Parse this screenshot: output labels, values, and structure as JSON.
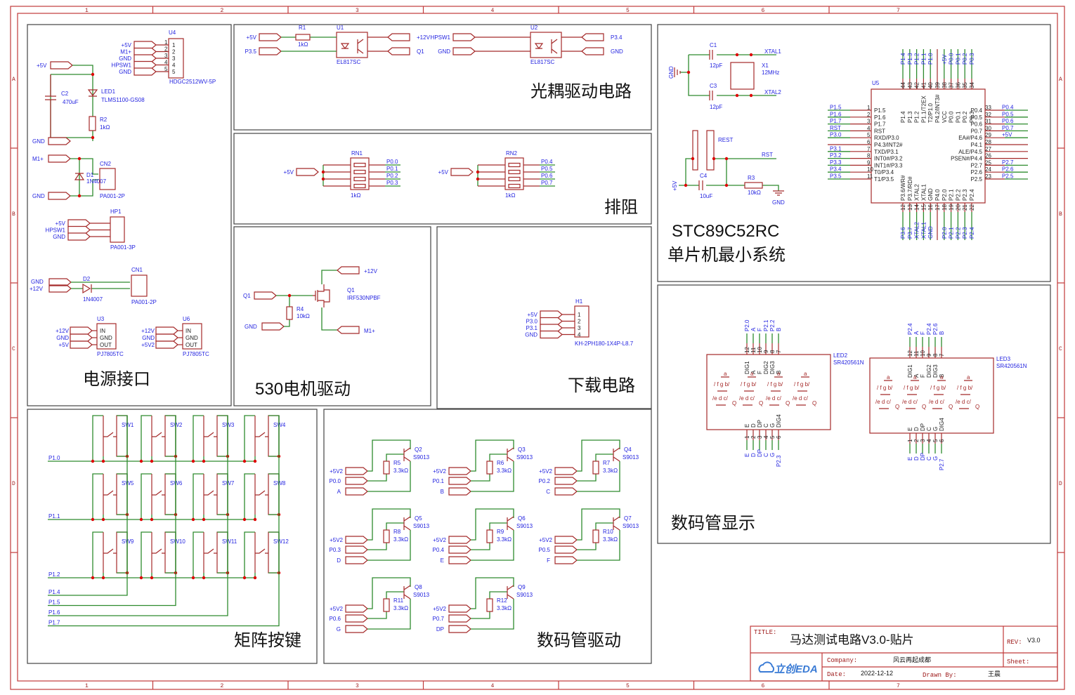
{
  "frame": {
    "columns": [
      "1",
      "2",
      "3",
      "4",
      "5",
      "6",
      "7"
    ],
    "rows": [
      "A",
      "B",
      "C",
      "D"
    ]
  },
  "sections": {
    "power": {
      "title": "电源接口"
    },
    "optocoupler": {
      "title": "光耦驱动电路"
    },
    "resistor_network": {
      "title": "排阻"
    },
    "motor": {
      "title": "530电机驱动"
    },
    "download": {
      "title": "下载电路"
    },
    "mcu": {
      "title_line1": "STC89C52RC",
      "title_line2": "单片机最小系统"
    },
    "keys": {
      "title": "矩阵按键"
    },
    "seg_driver": {
      "title": "数码管驱动"
    },
    "seg_display": {
      "title": "数码管显示"
    }
  },
  "power": {
    "U4": {
      "ref": "U4",
      "part": "HDGC2512WV-5P",
      "nets": [
        "+5V",
        "M1+",
        "GND",
        "HPSW1",
        "GND"
      ],
      "pins": [
        "1",
        "2",
        "3",
        "4",
        "5"
      ]
    },
    "led_net_top": "+5V",
    "led_net_bot": "GND",
    "C2": {
      "ref": "C2",
      "value": "470uF"
    },
    "LED1": {
      "ref": "LED1",
      "part": "TLMS1100-GS08"
    },
    "R2": {
      "ref": "R2",
      "value": "1kΩ"
    },
    "cn2_nets": [
      "M1+",
      "GND"
    ],
    "D1": {
      "ref": "D1",
      "part": "1N4007"
    },
    "CN2": {
      "ref": "CN2",
      "part": "PA001-2P"
    },
    "HP1": {
      "ref": "HP1",
      "part": "PA001-3P",
      "nets": [
        "+5V",
        "HPSW1",
        "GND"
      ]
    },
    "cn1_nets": [
      "GND",
      "+12V"
    ],
    "D2": {
      "ref": "D2",
      "part": "1N4007"
    },
    "CN1": {
      "ref": "CN1",
      "part": "PA001-2P"
    },
    "U3": {
      "ref": "U3",
      "part": "PJ7805TC",
      "nets": [
        "+12V",
        "GND",
        "+5V"
      ],
      "pins": [
        "IN",
        "GND",
        "OUT"
      ]
    },
    "U6": {
      "ref": "U6",
      "part": "PJ7805TC",
      "nets": [
        "+12V",
        "GND",
        "+5V2"
      ],
      "pins": [
        "IN",
        "GND",
        "OUT"
      ]
    }
  },
  "opto": {
    "U1": {
      "ref": "U1",
      "part": "EL817SC",
      "left": [
        "+5V",
        "P3.5"
      ],
      "right": [
        "+12V",
        "Q1"
      ]
    },
    "R1": {
      "ref": "R1",
      "value": "1kΩ"
    },
    "U2": {
      "ref": "U2",
      "part": "EL817SC",
      "left": [
        "HPSW1",
        "GND"
      ],
      "right": [
        "P3.4",
        "GND"
      ]
    }
  },
  "rn": {
    "RN1": {
      "ref": "RN1",
      "value": "1kΩ",
      "in": "+5V",
      "outs": [
        "P0.0",
        "P0.1",
        "P0.2",
        "P0.3"
      ]
    },
    "RN2": {
      "ref": "RN2",
      "value": "1kΩ",
      "in": "+5V",
      "outs": [
        "P0.4",
        "P0.5",
        "P0.6",
        "P0.7"
      ]
    }
  },
  "motor": {
    "gate_net": "Q1",
    "gnd_net": "GND",
    "drain_net": "+12V",
    "source_net": "M1+",
    "Q1": {
      "ref": "Q1",
      "part": "IRF530NPBF"
    },
    "R4": {
      "ref": "R4",
      "value": "10kΩ"
    }
  },
  "download": {
    "H1": {
      "ref": "H1",
      "part": "KH-2PH180-1X4P-L8.7",
      "nets": [
        "+5V",
        "P3.0",
        "P3.1",
        "GND"
      ]
    }
  },
  "mcu": {
    "C1": {
      "ref": "C1",
      "value": "12pF"
    },
    "C3": {
      "ref": "C3",
      "value": "12pF"
    },
    "X1": {
      "ref": "X1",
      "value": "12MHz"
    },
    "xtal1": "XTAL1",
    "xtal2": "XTAL2",
    "gnd": "GND",
    "rest": {
      "ref": "REST",
      "net": "RST"
    },
    "C4": {
      "ref": "C4",
      "value": "10uF"
    },
    "R3": {
      "ref": "R3",
      "value": "10kΩ"
    },
    "vcc": "+5V",
    "U5": {
      "ref": "U5",
      "left_nets": [
        "P1.5",
        "P1.6",
        "P1.7",
        "RST",
        "P3.0",
        "",
        "P3.1",
        "P3.2",
        "P3.3",
        "P3.4",
        "P3.5"
      ],
      "left_pins": [
        "P1.5",
        "P1.6",
        "P1.7",
        "RST",
        "RXD/P3.0",
        "P4.3/INT2#",
        "TXD/P3.1",
        "INT0#/P3.2",
        "INT1#/P3.3",
        "T0/P3.4",
        "T1/P3.5"
      ],
      "right_nets": [
        "P0.4",
        "P0.5",
        "P0.6",
        "P0.7",
        "+5V",
        "",
        "",
        "",
        "P2.7",
        "P2.6",
        "P2.5"
      ],
      "right_pins": [
        "P0.4",
        "P0.5",
        "P0.6",
        "P0.7",
        "EA#/P4.6",
        "P4.1",
        "ALE/P4.5",
        "PSEN#/P4.4",
        "P2.7",
        "P2.6",
        "P2.5"
      ],
      "right_nums": [
        "33",
        "32",
        "31",
        "30",
        "29",
        "28",
        "27",
        "26",
        "25",
        "24",
        "23"
      ],
      "top_nets": [
        "P1.4",
        "P1.3",
        "P1.2",
        "P1.1",
        "P1.0",
        "",
        "+5V",
        "P0.0",
        "P0.1",
        "P0.2",
        "P0.3"
      ],
      "top_pins": [
        "P1.4",
        "P1.3",
        "P1.2",
        "P1.1/T2EX",
        "T2/P1.0",
        "P4.2/INT3#",
        "VCC",
        "P0.0",
        "P0.1",
        "P0.2",
        "P0.3"
      ],
      "top_nums": [
        "44",
        "43",
        "42",
        "41",
        "40",
        "39",
        "38",
        "37",
        "36",
        "35",
        "34"
      ],
      "bottom_nets": [
        "P3.6",
        "P3.7",
        "XTAL2",
        "XTAL1",
        "GND",
        "",
        "P2.0",
        "P2.1",
        "P2.2",
        "P2.3",
        "P2.4"
      ],
      "bottom_pins": [
        "P3.6/WR#",
        "P3.7/RD#",
        "XTAL2",
        "XTAL1",
        "GND",
        "P4.0",
        "P2.0",
        "P2.1",
        "P2.2",
        "P2.3",
        "P2.4"
      ],
      "bottom_nums": [
        "12",
        "13",
        "14",
        "15",
        "16",
        "17",
        "18",
        "19",
        "20",
        "21",
        "22"
      ]
    }
  },
  "keys": {
    "switches": [
      "SW1",
      "SW2",
      "SW3",
      "SW4",
      "SW5",
      "SW6",
      "SW7",
      "SW8",
      "SW9",
      "SW10",
      "SW11",
      "SW12"
    ],
    "rows": [
      "P1.0",
      "P1.1",
      "P1.2"
    ],
    "cols": [
      "P1.4",
      "P1.5",
      "P1.6",
      "P1.7"
    ]
  },
  "seg_driver": {
    "stages": [
      {
        "q": "Q2",
        "r": "R5",
        "in": "P0.0",
        "out": "A"
      },
      {
        "q": "Q3",
        "r": "R6",
        "in": "P0.1",
        "out": "B"
      },
      {
        "q": "Q4",
        "r": "R7",
        "in": "P0.2",
        "out": "C"
      },
      {
        "q": "Q5",
        "r": "R8",
        "in": "P0.3",
        "out": "D"
      },
      {
        "q": "Q6",
        "r": "R9",
        "in": "P0.4",
        "out": "E"
      },
      {
        "q": "Q7",
        "r": "R10",
        "in": "P0.5",
        "out": "F"
      },
      {
        "q": "Q8",
        "r": "R11",
        "in": "P0.6",
        "out": "G"
      },
      {
        "q": "Q9",
        "r": "R12",
        "in": "P0.7",
        "out": "DP"
      }
    ],
    "supply": "+5V2",
    "q_part": "S9013",
    "r_value": "3.3kΩ"
  },
  "seg_display": {
    "LED2": {
      "ref": "LED2",
      "part": "SR420561N",
      "top_nets": [
        "P2.0",
        "A",
        "F",
        "P2.1",
        "P2.2",
        "B"
      ],
      "bottom_nets": [
        "E",
        "D",
        "DP",
        "C",
        "G",
        "P2.3"
      ]
    },
    "LED3": {
      "ref": "LED3",
      "part": "SR420561N",
      "top_nets": [
        "P2.4",
        "A",
        "F",
        "P2.4",
        "P2.6",
        "B"
      ],
      "bottom_nets": [
        "E",
        "D",
        "DP",
        "C",
        "G",
        "P2.7"
      ]
    },
    "top_pins": [
      "DIG1",
      "A",
      "F",
      "DIG2",
      "DIG3",
      "B"
    ],
    "top_nums": [
      "12",
      "11",
      "10",
      "9",
      "8",
      "7"
    ],
    "bottom_pins": [
      "E",
      "D",
      "DP",
      "C",
      "G",
      "DIG4"
    ],
    "bottom_nums": [
      "1",
      "2",
      "3",
      "4",
      "5",
      "6"
    ]
  },
  "title_block": {
    "title_key": "TITLE:",
    "title": "马达测试电路V3.0-贴片",
    "rev_key": "REV:",
    "rev": "V3.0",
    "company_key": "Company:",
    "company": "风云再起成都",
    "sheet_key": "Sheet:",
    "date_key": "Date:",
    "date": "2022-12-12",
    "drawn_key": "Drawn By:",
    "drawn": "王晨",
    "logo": "立创EDA"
  }
}
